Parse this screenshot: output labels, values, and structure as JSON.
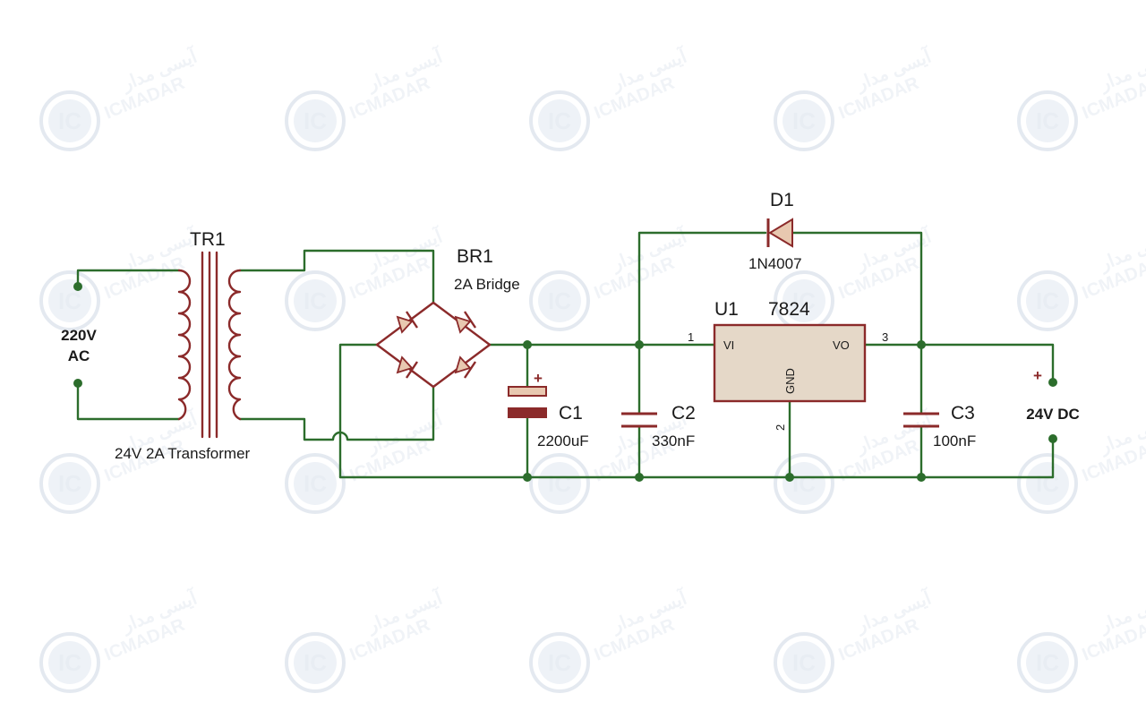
{
  "source": {
    "label_line1": "220V",
    "label_line2": "AC"
  },
  "transformer": {
    "ref": "TR1",
    "value": "24V 2A Transformer"
  },
  "bridge": {
    "ref": "BR1",
    "value": "2A Bridge"
  },
  "c1": {
    "ref": "C1",
    "value": "2200uF",
    "polarity": "+"
  },
  "c2": {
    "ref": "C2",
    "value": "330nF"
  },
  "c3": {
    "ref": "C3",
    "value": "100nF"
  },
  "d1": {
    "ref": "D1",
    "value": "1N4007"
  },
  "u1": {
    "ref": "U1",
    "value": "7824",
    "pin_vi": "VI",
    "pin_vo": "VO",
    "pin_gnd": "GND",
    "pin1": "1",
    "pin2": "2",
    "pin3": "3"
  },
  "output": {
    "label": "24V DC",
    "plus": "+"
  },
  "watermark": {
    "latin": "ICMADAR",
    "persian": "آیسی مدار",
    "logo": "IC"
  },
  "colors": {
    "wire": "#2c6d2c",
    "component": "#8b2a2a",
    "component_fill": "#e8c8b0",
    "ic_fill": "#e5d8c8",
    "watermark": "#c4d0e0"
  }
}
